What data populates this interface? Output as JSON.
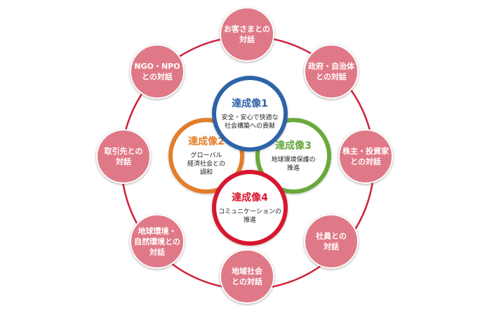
{
  "colors": {
    "ring": "#d0213c",
    "stakeholder_fill": "#e07987",
    "goal1": "#2f63a8",
    "goal2": "#e47d2a",
    "goal3": "#69a93b",
    "goal4": "#d8172f"
  },
  "stakeholders": [
    "お客さまとの\n対話",
    "政府・自治体\nとの対話",
    "株主・投資家\nとの対話",
    "社員との\n対話",
    "地域社会\nとの対話",
    "地球環境・\n自然環境との\n対話",
    "取引先との\n対話",
    "NGO・NPO\nとの対話"
  ],
  "goals": [
    {
      "title": "達成像1",
      "desc": "安全・安心で快適な\n社会構築への貢献"
    },
    {
      "title": "達成像2",
      "desc": "グローバル\n経済社会との\n調和"
    },
    {
      "title": "達成像3",
      "desc": "地球環境保護の\n推進"
    },
    {
      "title": "達成像4",
      "desc": "コミュニケーションの\n推進"
    }
  ]
}
